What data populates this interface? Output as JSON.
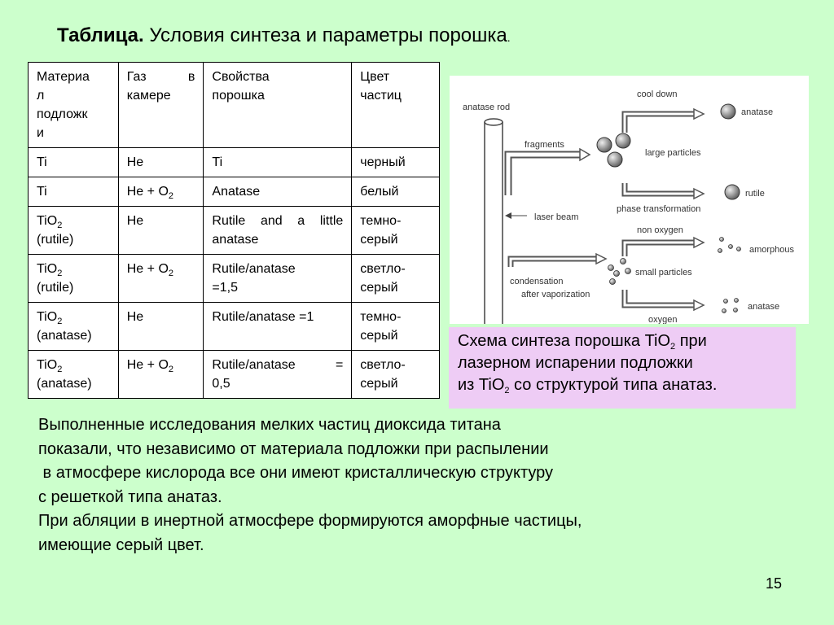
{
  "title": {
    "bold": "Таблица.",
    "text": " Условия синтеза и параметры порошка",
    "dot": "."
  },
  "table": {
    "header": [
      "Материал подложки",
      "Газ в камере",
      "Свойства порошка",
      "Цвет частиц"
    ],
    "header_lines": [
      [
        "Материа",
        "л",
        "подложк",
        "и"
      ],
      [
        "Газ",
        "в",
        "камере"
      ],
      [
        "Свойства",
        "порошка"
      ],
      [
        "Цвет",
        "частиц"
      ]
    ],
    "rows": [
      {
        "m1": "Ti",
        "m2": "",
        "gas1": "He",
        "gas2": "",
        "gas3": "",
        "p1": "Ti",
        "p2": "",
        "color1": "черный",
        "color2": ""
      },
      {
        "m1": "Ti",
        "m2": "",
        "gas1": "He + O",
        "gas2": "2",
        "gas3": "",
        "p1": "Anatase",
        "p2": "",
        "color1": "белый",
        "color2": ""
      },
      {
        "m1": "TiO",
        "msub": "2",
        "m2": "(rutile)",
        "gas1": "He",
        "gas2": "",
        "p1": "Rutile and a little",
        "p2": "anatase",
        "color1": "темно-",
        "color2": "серый"
      },
      {
        "m1": "TiO",
        "msub": "2",
        "m2": "(rutile)",
        "gas1": "He + O",
        "gas2": "2",
        "p1": "Rutile/anatase",
        "p2": "=1,5",
        "color1": "светло-",
        "color2": "серый"
      },
      {
        "m1": "TiO",
        "msub": "2",
        "m2": "(anatase)",
        "gas1": "He",
        "gas2": "",
        "p1": "Rutile/anatase =1",
        "p2": "",
        "color1": "темно-",
        "color2": "серый"
      },
      {
        "m1": "TiO",
        "msub": "2",
        "m2": "(anatase)",
        "gas1": "He + O",
        "gas2": "2",
        "p1": "Rutile/anatase     =",
        "p2": "0,5",
        "color1": "светло-",
        "color2": "серый"
      }
    ]
  },
  "scheme": {
    "labels": {
      "anatase_rod": "anatase rod",
      "cool_down": "cool down",
      "anatase1": "anatase",
      "fragments": "fragments",
      "large_particles": "large particles",
      "rutile": "rutile",
      "phase_transformation": "phase transformation",
      "laser_beam": "laser beam",
      "non_oxygen": "non oxygen",
      "amorphous": "amorphous",
      "small_particles": "small particles",
      "condensation": "condensation",
      "after_vaporization": "after vaporization",
      "oxygen": "oxygen",
      "anatase2": "anatase"
    }
  },
  "caption": {
    "l1a": "Схема синтеза порошка TiO",
    "l1sub": "2",
    "l1b": " при",
    "l2": "лазерном испарении подложки",
    "l3a": "из TiO",
    "l3sub": "2",
    "l3b": " со структурой типа анатаз."
  },
  "body": {
    "lines": [
      "Выполненные исследования мелких частиц диоксида титана",
      "показали, что независимо от материала подложки при распылении",
      " в атмосфере кислорода все они имеют кристаллическую структуру",
      "с решеткой типа анатаз.",
      "При абляции в инертной атмосфере формируются аморфные частицы,",
      "имеющие серый цвет."
    ]
  },
  "page_number": "15",
  "colors": {
    "background": "#ccffcc",
    "caption_bg": "#eeccf5"
  }
}
